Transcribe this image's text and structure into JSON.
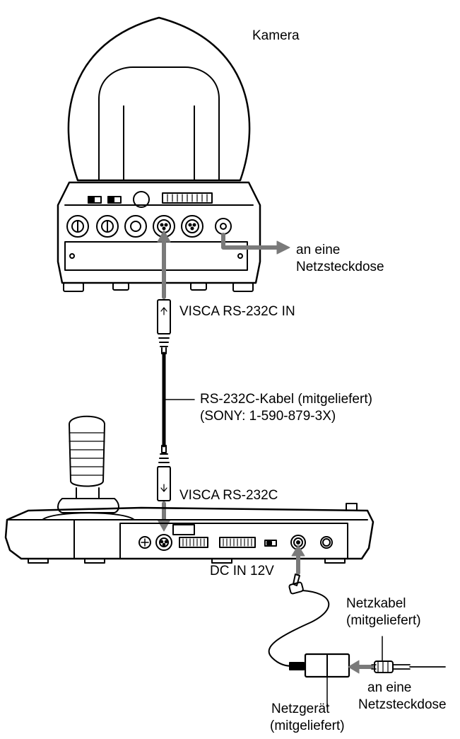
{
  "labels": {
    "camera": "Kamera",
    "outlet_camera_line1": "an eine",
    "outlet_camera_line2": "Netzsteckdose",
    "visca_in": "VISCA RS-232C IN",
    "cable_line1": "RS-232C-Kabel (mitgeliefert)",
    "cable_line2": "(SONY: 1-590-879-3X)",
    "visca_ctrl": "VISCA RS-232C",
    "dc_in": "DC IN 12V",
    "power_cord_line1": "Netzkabel",
    "power_cord_line2": "(mitgeliefert)",
    "outlet_ac_line1": "an eine",
    "outlet_ac_line2": "Netzsteckdose",
    "adapter_line1": "Netzgerät",
    "adapter_line2": "(mitgeliefert)"
  },
  "colors": {
    "line": "#000000",
    "arrow": "#7a7a7a"
  }
}
